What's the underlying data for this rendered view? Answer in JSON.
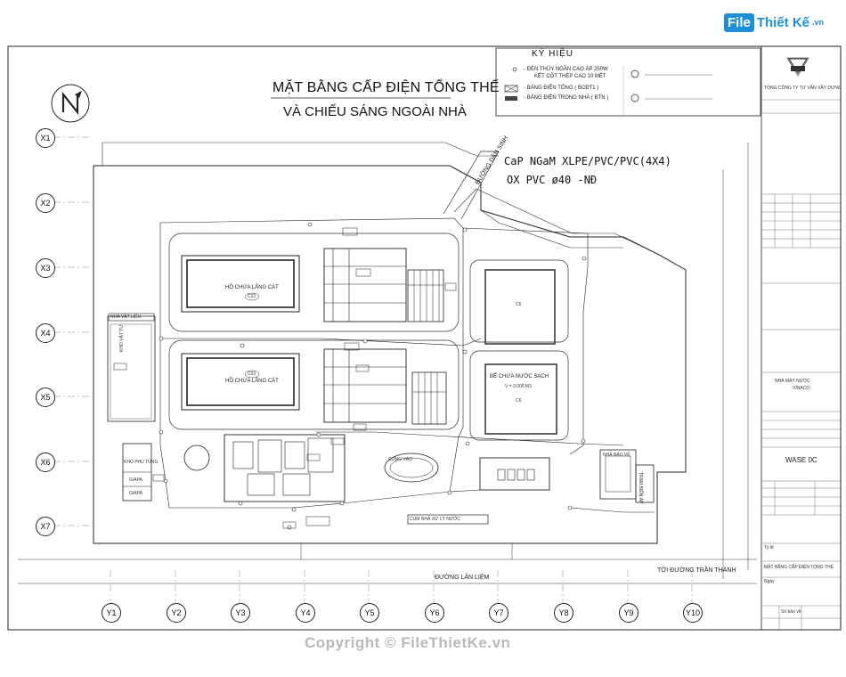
{
  "logo": {
    "part1": "File",
    "part2": "Thiết Kế",
    "suffix": ".vn"
  },
  "title": {
    "line1": "MẶT BẰNG CẤP ĐIỆN TỔNG THỂ",
    "line2": "VÀ CHIẾU SÁNG NGOÀI NHÀ"
  },
  "legend": {
    "heading": "KÝ HIỆU",
    "items": [
      "- ĐÈN THỦY NGÂN CAO ÁP 250W",
      "KẾT CỘT THÉP CAO 10 MÉT",
      "- BẢNG ĐIỆN TỔNG ( BCĐT1 )",
      "- BẢNG ĐIỆN TRONG NHÀ ( BTN )"
    ]
  },
  "cable": {
    "line1": "CaP NGaM XLPE/PVC/PVC(4X4)",
    "line2": "OX PVC ø40 -NĐ"
  },
  "buildings": {
    "b1_name": "HỒ CHỨA LẮNG CÁT",
    "b1_code": "C22",
    "b2_name": "HỒ CHỨA LẮNG CÁT",
    "b2_code": "C22",
    "tank": "BỂ CHỨA NƯỚC SẠCH",
    "tank_vol": "V = 3.000 M3",
    "tank_code1": "C6",
    "tank_code2": "C6",
    "office": "NHÀ VẬT LIỆU",
    "store": "KHO VẬT TƯ",
    "extra": "KHO PHỤ TÙNG",
    "gate": "CỔNG VÀO",
    "booth": "NHÀ BẢO VỆ",
    "substation": "TRẠM BIẾN ÁP",
    "station_label": "CỤM NHÀ XỬ LÝ NƯỚC",
    "g1": "GIAPA",
    "g2": "GIAPA"
  },
  "roads": {
    "bottom": "ĐƯỜNG LÂN LIÊM",
    "bottom_right": "TỚI ĐƯỜNG TRẦN THÀNH",
    "top_right": "ĐƯỜNG DÂN SINH"
  },
  "axes": {
    "rows": [
      "X1",
      "X2",
      "X3",
      "X4",
      "X5",
      "X6",
      "X7"
    ],
    "cols": [
      "Y1",
      "Y2",
      "Y3",
      "Y4",
      "Y5",
      "Y6",
      "Y7",
      "Y8",
      "Y9",
      "Y10"
    ]
  },
  "title_block": {
    "company": "TỔNG CÔNG TY TƯ VẤN XÂY DỰNG",
    "project": "NHÀ MÁY NƯỚC",
    "owner": "VINACO",
    "drawing": "WASE 0C",
    "sheet_name": "MẶT BẰNG CẤP ĐIỆN TỔNG THỂ",
    "scale_label": "Tỷ lệ",
    "date_label": "Ngày",
    "no_label": "Số bản vẽ"
  },
  "watermark": "Copyright © FileThietKe.vn"
}
